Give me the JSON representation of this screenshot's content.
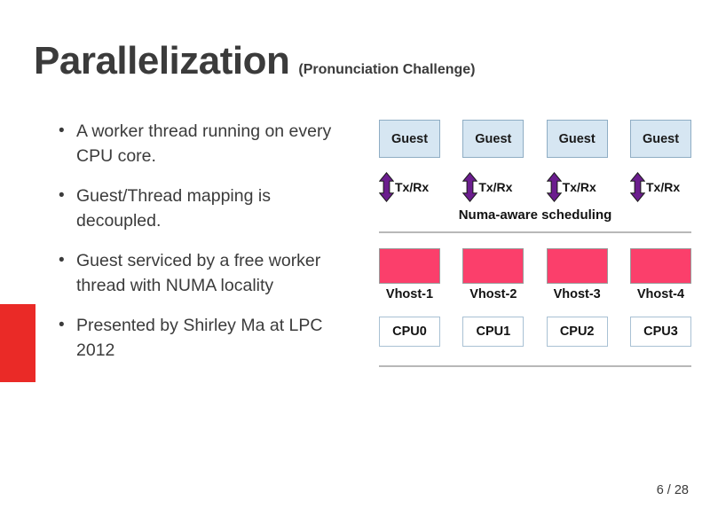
{
  "slide": {
    "title": "Parallelization",
    "subtitle": "(Pronunciation Challenge)",
    "page_number": "6 / 28",
    "accent_color": "#ea2a27"
  },
  "bullets": [
    {
      "marker": "•",
      "text": "A worker thread running on every CPU core."
    },
    {
      "marker": "•",
      "text": "Guest/Thread mapping is decoupled."
    },
    {
      "marker": "•",
      "text": "Guest serviced by a free worker thread with NUMA locality"
    },
    {
      "marker": "•",
      "text": "Presented by Shirley Ma at LPC 2012"
    }
  ],
  "diagram": {
    "guests": [
      {
        "label": "Guest"
      },
      {
        "label": "Guest"
      },
      {
        "label": "Guest"
      },
      {
        "label": "Guest"
      }
    ],
    "guest_fill": "#d6e6f2",
    "guest_border": "#8fadc4",
    "channels": [
      {
        "label": "Tx/Rx",
        "icon": "double-arrow-vertical-icon"
      },
      {
        "label": "Tx/Rx",
        "icon": "double-arrow-vertical-icon"
      },
      {
        "label": "Tx/Rx",
        "icon": "double-arrow-vertical-icon"
      },
      {
        "label": "Tx/Rx",
        "icon": "double-arrow-vertical-icon"
      }
    ],
    "arrow_color": "#6b1d8e",
    "scheduling_label": "Numa-aware scheduling",
    "vhosts": [
      {
        "label": "Vhost-1"
      },
      {
        "label": "Vhost-2"
      },
      {
        "label": "Vhost-3"
      },
      {
        "label": "Vhost-4"
      }
    ],
    "vhost_fill": "#fb3f6b",
    "cpus": [
      {
        "label": "CPU0"
      },
      {
        "label": "CPU1"
      },
      {
        "label": "CPU2"
      },
      {
        "label": "CPU3"
      }
    ],
    "divider_color": "#b8b8b8"
  }
}
